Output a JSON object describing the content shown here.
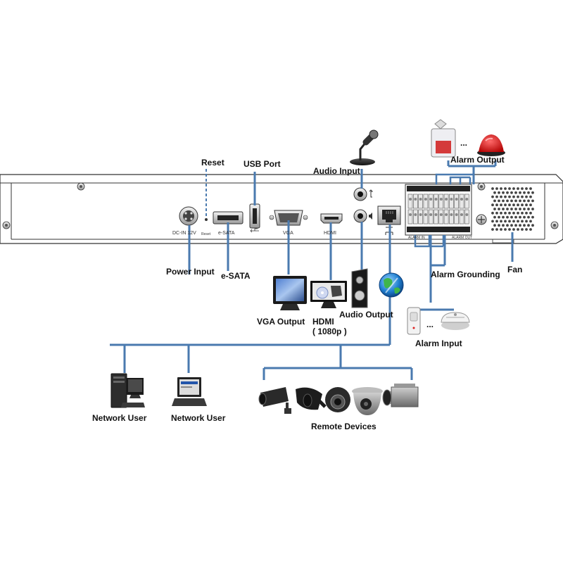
{
  "labels": {
    "reset": "Reset",
    "usb_port": "USB Port",
    "audio_input": "Audio Input",
    "alarm_output": "Alarm Output",
    "power_input": "Power Input",
    "esata": "e-SATA",
    "vga_output": "VGA Output",
    "hdmi_line1": "HDMI",
    "hdmi_line2": "( 1080p )",
    "audio_output": "Audio Output",
    "alarm_grounding": "Alarm Grounding",
    "fan": "Fan",
    "alarm_input": "Alarm Input",
    "network_user_1": "Network User",
    "network_user_2": "Network User",
    "remote_devices": "Remote Devices",
    "ellipsis_top": "...",
    "ellipsis_bottom": "..."
  },
  "panel_labels": {
    "dc_in": "DC-IN 12V",
    "reset_small": "Reset",
    "esata_small": "e-SATA",
    "vga_small": "VGA",
    "hdmi_small": "HDMI",
    "alarm_in_small": "ALARM IN",
    "alarm_out_small": "ALARM OUT"
  },
  "colors": {
    "wire": "#4a7aaf",
    "panel_stroke": "#333333",
    "panel_fill": "#ffffff"
  },
  "icons": {
    "power": "power-connector-icon",
    "usb": "usb-icon",
    "network": "network-icon",
    "microphone": "microphone-icon",
    "speaker": "speaker-icon",
    "globe": "globe-icon",
    "monitor": "monitor-icon",
    "siren": "siren-icon",
    "strobe": "strobe-light-icon",
    "pc": "desktop-computer-icon",
    "laptop": "laptop-icon",
    "camera": "camera-icon",
    "pir": "motion-sensor-icon",
    "smoke": "smoke-detector-icon"
  }
}
